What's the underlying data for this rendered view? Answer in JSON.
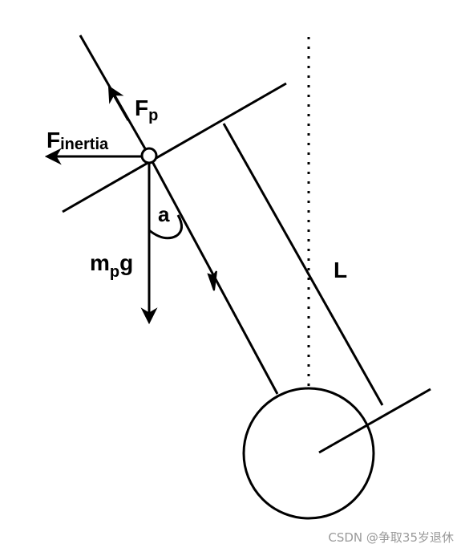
{
  "labels": {
    "fp_main": "F",
    "fp_sub": "p",
    "finertia_main": "F",
    "finertia_sub": "inertia",
    "angle": "a",
    "mg_m": "m",
    "mg_p": "p",
    "mg_g": "g",
    "length": "L"
  },
  "watermark": "CSDN @争取35岁退休",
  "colors": {
    "stroke": "#000000",
    "background": "#ffffff",
    "watermark": "#9a9a9a"
  }
}
